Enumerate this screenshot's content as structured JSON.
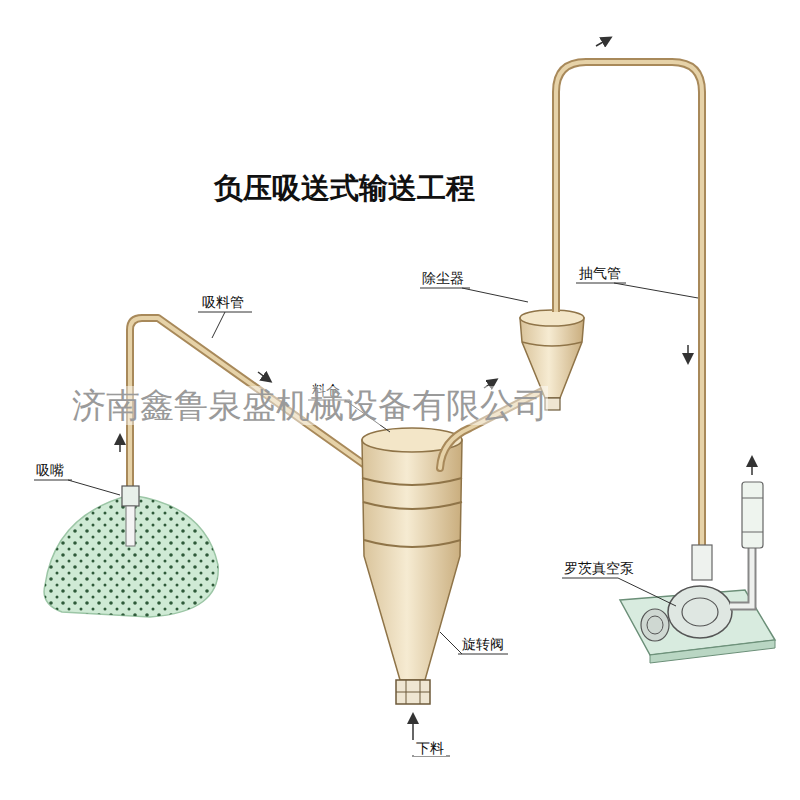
{
  "diagram": {
    "title": "负压吸送式输送工程",
    "labels": [
      "吸料管",
      "除尘器",
      "抽气管",
      "料仓",
      "济南鑫鲁泉盛机械设备有限公司",
      "吸嘴",
      "罗茨真空泵",
      "旋转阀",
      "下料"
    ]
  }
}
